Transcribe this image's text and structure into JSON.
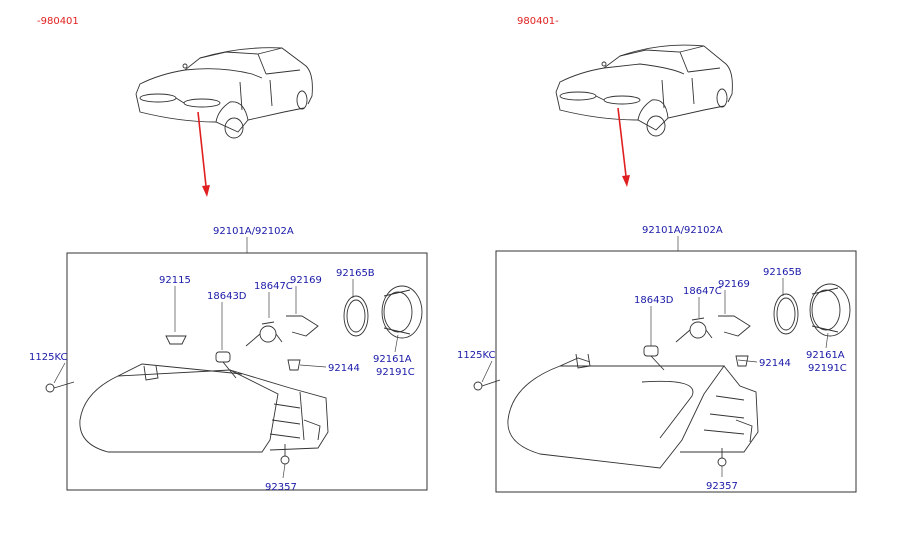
{
  "panels": [
    {
      "date_label": "-980401",
      "assembly_label": "92101A/92102A",
      "parts": {
        "p92115": "92115",
        "p18643D": "18643D",
        "p18647C": "18647C",
        "p92169": "92169",
        "p92165B": "92165B",
        "p1125KC": "1125KC",
        "p92144": "92144",
        "p92161A": "92161A",
        "p92191C": "92191C",
        "p92357": "92357"
      }
    },
    {
      "date_label": "980401-",
      "assembly_label": "92101A/92102A",
      "parts": {
        "p18643D": "18643D",
        "p18647C": "18647C",
        "p92169": "92169",
        "p92165B": "92165B",
        "p1125KC": "1125KC",
        "p92144": "92144",
        "p92161A": "92161A",
        "p92191C": "92191C",
        "p92357": "92357"
      }
    }
  ],
  "colors": {
    "date_label": "#e02020",
    "part_code": "#1a1aa8",
    "arrow": "#e02020",
    "line": "#333333"
  }
}
